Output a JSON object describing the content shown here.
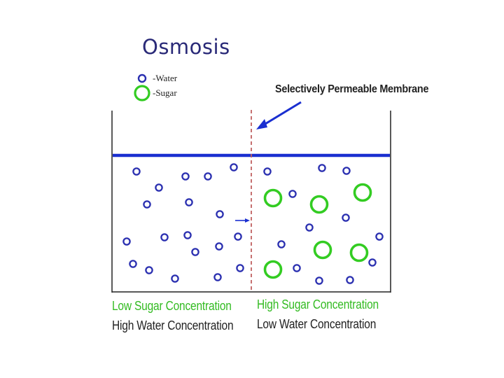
{
  "title": "Osmosis",
  "legend": {
    "water_label": "-Water",
    "sugar_label": "-Sugar"
  },
  "membrane_label": "Selectively Permeable Membrane",
  "left_side": {
    "sugar_concentration": "Low Sugar Concentration",
    "water_concentration": "High Water Concentration"
  },
  "right_side": {
    "sugar_concentration": "High Sugar Concentration",
    "water_concentration": "Low Water Concentration"
  },
  "colors": {
    "water": "#2a2fb0",
    "sugar": "#33cc22",
    "membrane": "#c06060",
    "water_level": "#1a2fd0",
    "title": "#2a2a78"
  }
}
